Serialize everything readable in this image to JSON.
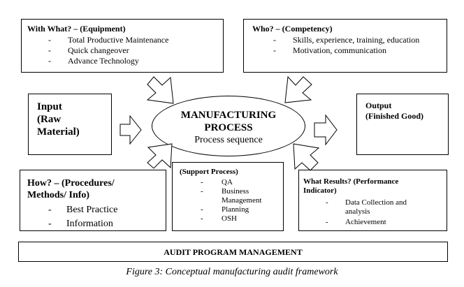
{
  "equipment": {
    "title": "With What? – (Equipment)",
    "items": [
      "Total Productive Maintenance",
      "Quick changeover",
      "Advance Technology"
    ]
  },
  "competency": {
    "title": "Who? – (Competency)",
    "items": [
      "Skills, experience, training, education",
      "Motivation, communication"
    ]
  },
  "input": {
    "lines": [
      "Input",
      "(Raw",
      "Material)"
    ]
  },
  "process": {
    "title_line1": "MANUFACTURING",
    "title_line2": "PROCESS",
    "subtitle": "Process sequence"
  },
  "output": {
    "lines": [
      "Output",
      "(Finished Good)"
    ]
  },
  "procedures": {
    "title_lines": [
      "How? – (Procedures/",
      "Methods/ Info)"
    ],
    "items": [
      "Best Practice",
      "Information"
    ]
  },
  "support": {
    "title": "(Support Process)",
    "items": [
      "QA",
      "Business Management",
      "Planning",
      "OSH"
    ]
  },
  "results": {
    "title_lines": [
      "What Results? (Performance",
      "Indicator)"
    ],
    "items": [
      "Data Collection and analysis",
      "Achievement"
    ]
  },
  "audit": {
    "label": "AUDIT PROGRAM MANAGEMENT"
  },
  "caption": "Figure 3: Conceptual manufacturing audit framework",
  "dash": "-"
}
